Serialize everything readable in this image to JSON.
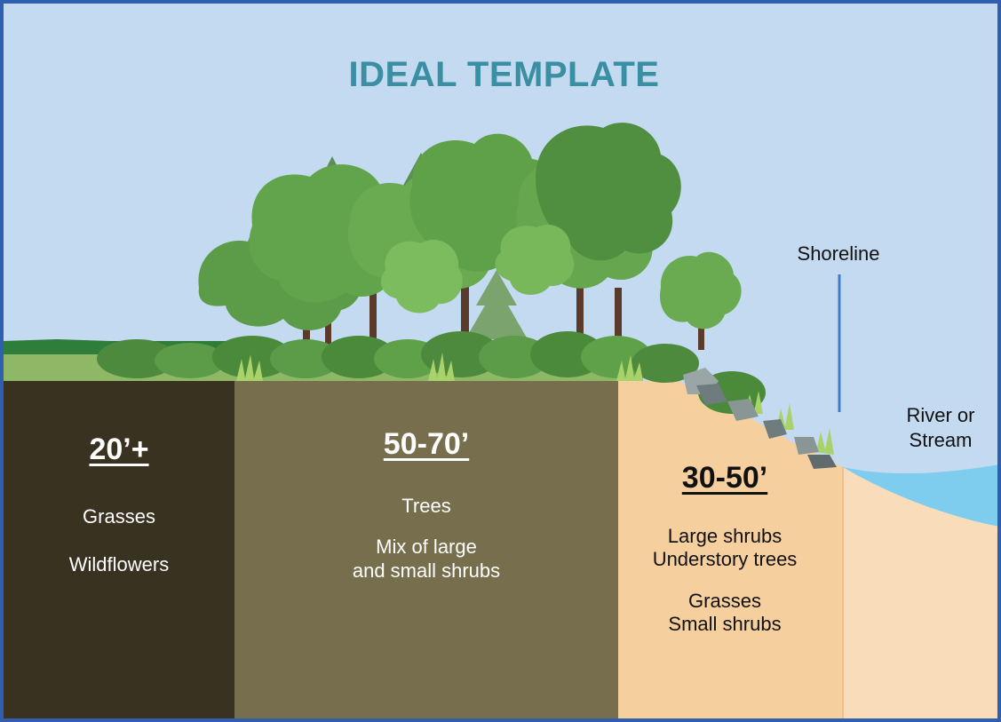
{
  "title": "IDEAL TEMPLATE",
  "labels": {
    "shoreline": "Shoreline",
    "water_line1": "River or",
    "water_line2": "Stream"
  },
  "zones": [
    {
      "distance": "20’+",
      "items": [
        "Grasses",
        "Wildflowers"
      ],
      "color": "#3a3220"
    },
    {
      "distance": "50-70’",
      "items": [
        "Trees",
        "Mix of large",
        "and small shrubs"
      ],
      "color": "#766e4d"
    },
    {
      "distance": "30-50’",
      "items": [
        "Large shrubs",
        "Understory trees",
        "Grasses",
        "Small shrubs"
      ],
      "color": "#f6cf9e"
    }
  ],
  "colors": {
    "sky": "#c3daf0",
    "border": "#2f5fae",
    "title": "#3a8fa3",
    "water": "#7ecdee",
    "bank": "#f9ddba"
  }
}
